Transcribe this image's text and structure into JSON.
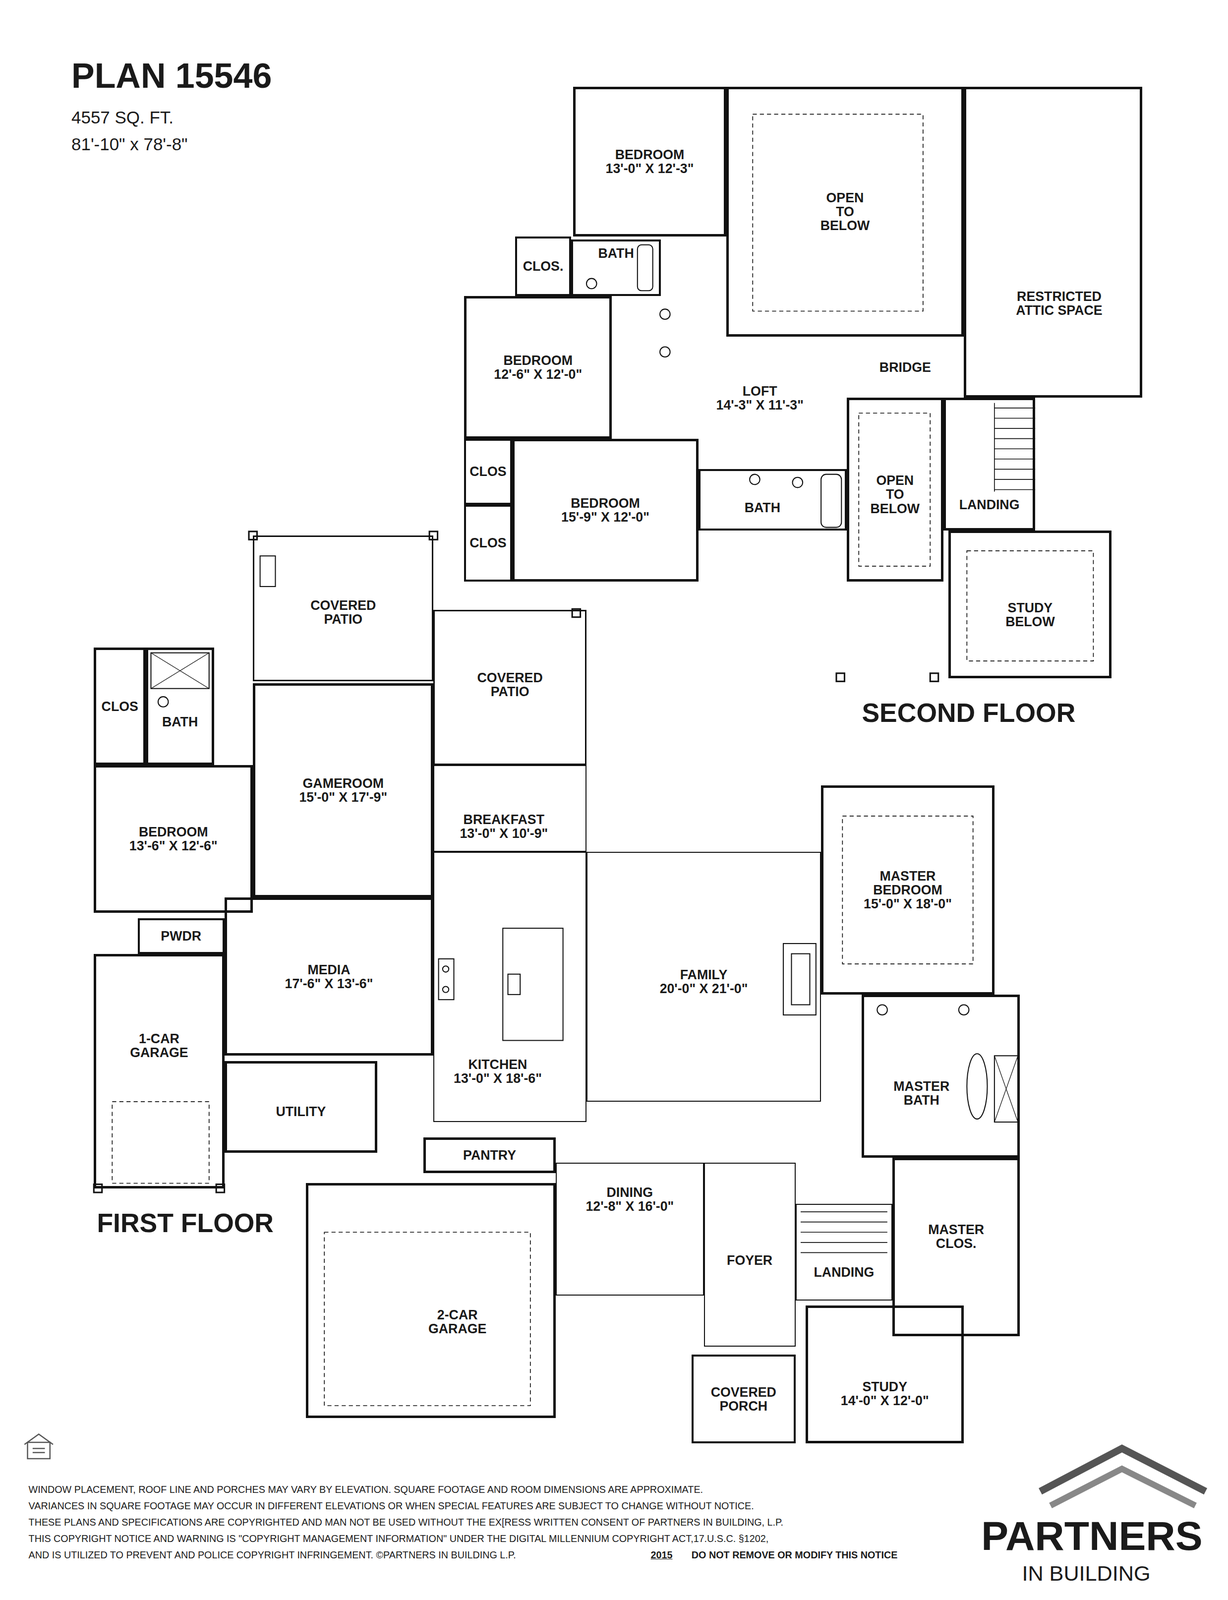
{
  "diagram": {
    "title": "PLAN 15546",
    "nodes": [
      {
        "text": [
          "BEDROOM",
          "13'-0\" X 12'-3\""
        ]
      },
      {
        "text": [
          "OPEN TO BELOW"
        ]
      },
      {
        "text": [
          "RESTRICTED ATTIC SPACE"
        ]
      },
      {
        "text": [
          "CLOS."
        ]
      },
      {
        "text": [
          "BATH"
        ]
      },
      {
        "text": [
          "BEDROOM",
          "12'-6\" X 12'-0\""
        ]
      },
      {
        "text": [
          "LOFT",
          "14'-3\" X 11'-3\""
        ]
      },
      {
        "text": [
          "BRIDGE"
        ]
      },
      {
        "text": [
          "CLOS"
        ]
      },
      {
        "text": [
          "CLOS"
        ]
      },
      {
        "text": [
          "BEDROOM",
          "15'-9\" X 12'-0\""
        ]
      },
      {
        "text": [
          "BATH"
        ]
      },
      {
        "text": [
          "OPEN TO BELOW"
        ]
      },
      {
        "text": [
          "LANDING"
        ]
      },
      {
        "text": [
          "STUDY BELOW"
        ]
      },
      {
        "text": [
          "COVERED PATIO"
        ]
      },
      {
        "text": [
          "COVERED PATIO"
        ]
      },
      {
        "text": [
          "CLOS"
        ]
      },
      {
        "text": [
          "BATH"
        ]
      },
      {
        "text": [
          "GAMEROOM",
          "15'-0\" X 17'-9\""
        ]
      },
      {
        "text": [
          "BREAKFAST",
          "13'-0\" X 10'-9\""
        ]
      },
      {
        "text": [
          "BEDROOM",
          "13'-6\" X 12'-6\""
        ]
      },
      {
        "text": [
          "MASTER BEDROOM",
          "15'-0\" X 18'-0\""
        ]
      },
      {
        "text": [
          "PWDR"
        ]
      },
      {
        "text": [
          "MEDIA",
          "17'-6\" X 13'-6\""
        ]
      },
      {
        "text": [
          "FAMILY",
          "20'-0\" X 21'-0\""
        ]
      },
      {
        "text": [
          "1-CAR GARAGE"
        ]
      },
      {
        "text": [
          "KITCHEN",
          "13'-0\" X 18'-6\""
        ]
      },
      {
        "text": [
          "MASTER BATH"
        ]
      },
      {
        "text": [
          "UTILITY"
        ]
      },
      {
        "text": [
          "PANTRY"
        ]
      },
      {
        "text": [
          "DINING",
          "12'-8\" X 16'-0\""
        ]
      },
      {
        "text": [
          "FOYER"
        ]
      },
      {
        "text": [
          "MASTER CLOS."
        ]
      },
      {
        "text": [
          "LANDING"
        ]
      },
      {
        "text": [
          "2-CAR GARAGE"
        ]
      },
      {
        "text": [
          "COVERED PORCH"
        ]
      },
      {
        "text": [
          "STUDY",
          "14'-0\" X 12'-0\""
        ]
      }
    ],
    "labels": [
      "4557 SQ. FT.",
      "81'-10\" x 78'-8\"",
      "SECOND FLOOR",
      "FIRST FLOOR",
      "WINDOW PLACEMENT, ROOF LINE AND PORCHES MAY VARY BY ELEVATION. SQUARE FOOTAGE AND ROOM DIMENSIONS ARE APPROXIMATE.",
      "VARIANCES IN SQUARE FOOTAGE MAY OCCUR IN DIFFERENT ELEVATIONS OR WHEN SPECIAL FEATURES ARE SUBJECT TO CHANGE WITHOUT NOTICE.",
      "THESE PLANS AND SPECIFICATIONS ARE COPYRIGHTED AND MAN NOT BE USED WITHOUT THE EX[RESS WRITTEN CONSENT OF PARTNERS IN BUILDING, L.P.",
      "THIS COPYRIGHT NOTICE AND WARNING IS \"COPYRIGHT MANAGEMENT INFORMATION\" UNDER THE DIGITAL MILLENNIUM COPYRIGHT ACT,17.U.S.C. §1202,",
      "AND IS UTILIZED TO PREVENT AND POLICE COPYRIGHT INFRINGEMENT. ©PARTNERS IN BUILDING L.P.",
      "2015",
      "DO NOT REMOVE OR MODIFY THIS NOTICE",
      "PARTNERS",
      "IN BUILDING"
    ]
  }
}
